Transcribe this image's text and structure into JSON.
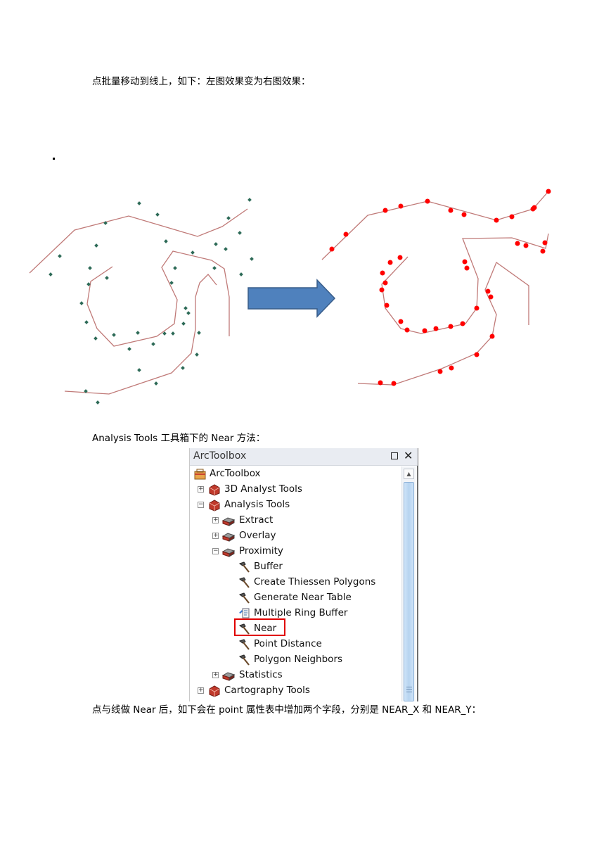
{
  "paragraphs": {
    "intro": "点批量移动到线上，如下：左图效果变为右图效果：",
    "analysis_tools": "Analysis Tools 工具箱下的 Near 方法：",
    "near_result": "点与线做 Near 后，如下会在 point 属性表中增加两个字段，分别是 NEAR_X 和 NEAR_Y："
  },
  "colors": {
    "line": "#c07a78",
    "point_before": "#2d6a57",
    "point_after": "#ff0000",
    "arrow_fill": "#4f81bd",
    "arrow_stroke": "#385d8a",
    "highlight": "#e00000"
  },
  "toolbox": {
    "title": "ArcToolbox",
    "items": [
      {
        "label": "ArcToolbox",
        "icon": "toolbox-icon",
        "toggle": ""
      },
      {
        "label": "3D Analyst Tools",
        "icon": "toolbox-red-icon",
        "toggle": "+"
      },
      {
        "label": "Analysis Tools",
        "icon": "toolbox-red-icon",
        "toggle": "−"
      },
      {
        "label": "Extract",
        "icon": "toolset-icon",
        "toggle": "+"
      },
      {
        "label": "Overlay",
        "icon": "toolset-icon",
        "toggle": "+"
      },
      {
        "label": "Proximity",
        "icon": "toolset-icon",
        "toggle": "−"
      },
      {
        "label": "Buffer",
        "icon": "hammer-icon",
        "toggle": ""
      },
      {
        "label": "Create Thiessen Polygons",
        "icon": "hammer-icon",
        "toggle": ""
      },
      {
        "label": "Generate Near Table",
        "icon": "hammer-icon",
        "toggle": ""
      },
      {
        "label": "Multiple Ring Buffer",
        "icon": "script-icon",
        "toggle": ""
      },
      {
        "label": "Near",
        "icon": "hammer-icon",
        "toggle": ""
      },
      {
        "label": "Point Distance",
        "icon": "hammer-icon",
        "toggle": ""
      },
      {
        "label": "Polygon Neighbors",
        "icon": "hammer-icon",
        "toggle": ""
      },
      {
        "label": "Statistics",
        "icon": "toolset-icon",
        "toggle": "+"
      },
      {
        "label": "Cartography Tools",
        "icon": "toolbox-red-icon",
        "toggle": "+"
      }
    ]
  }
}
